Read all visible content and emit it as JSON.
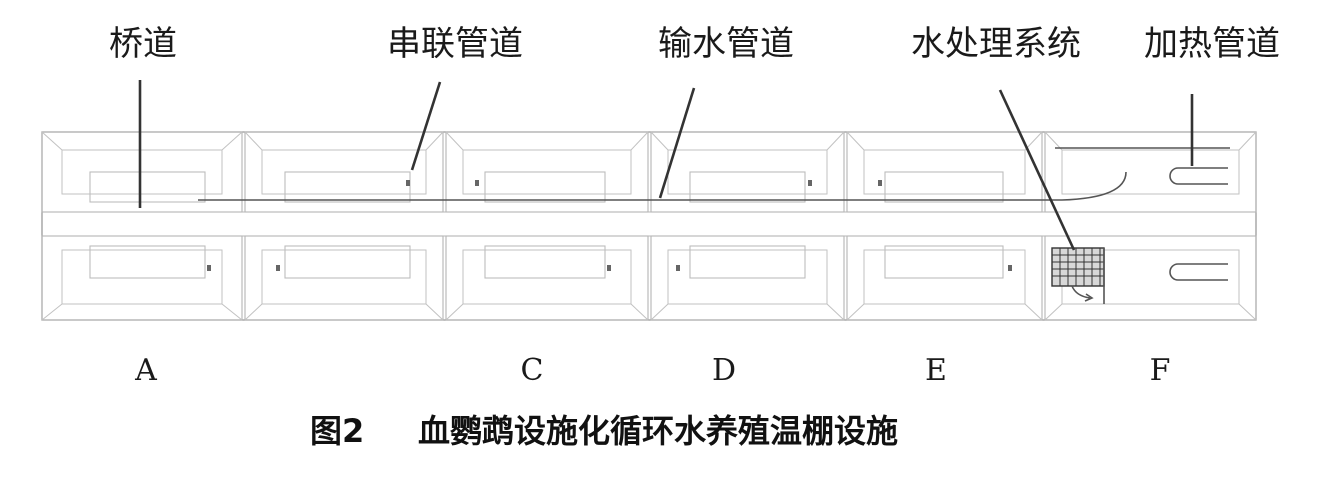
{
  "labels": {
    "bridge": "桥道",
    "series_pipe": "串联管道",
    "water_pipe": "输水管道",
    "water_treatment": "水处理系统",
    "heating_pipe": "加热管道"
  },
  "sections": {
    "A": "A",
    "C": "C",
    "D": "D",
    "E": "E",
    "F": "F"
  },
  "caption": {
    "figure_no": "图2",
    "text": "血鹦鹉设施化循环水养殖温棚设施"
  }
}
